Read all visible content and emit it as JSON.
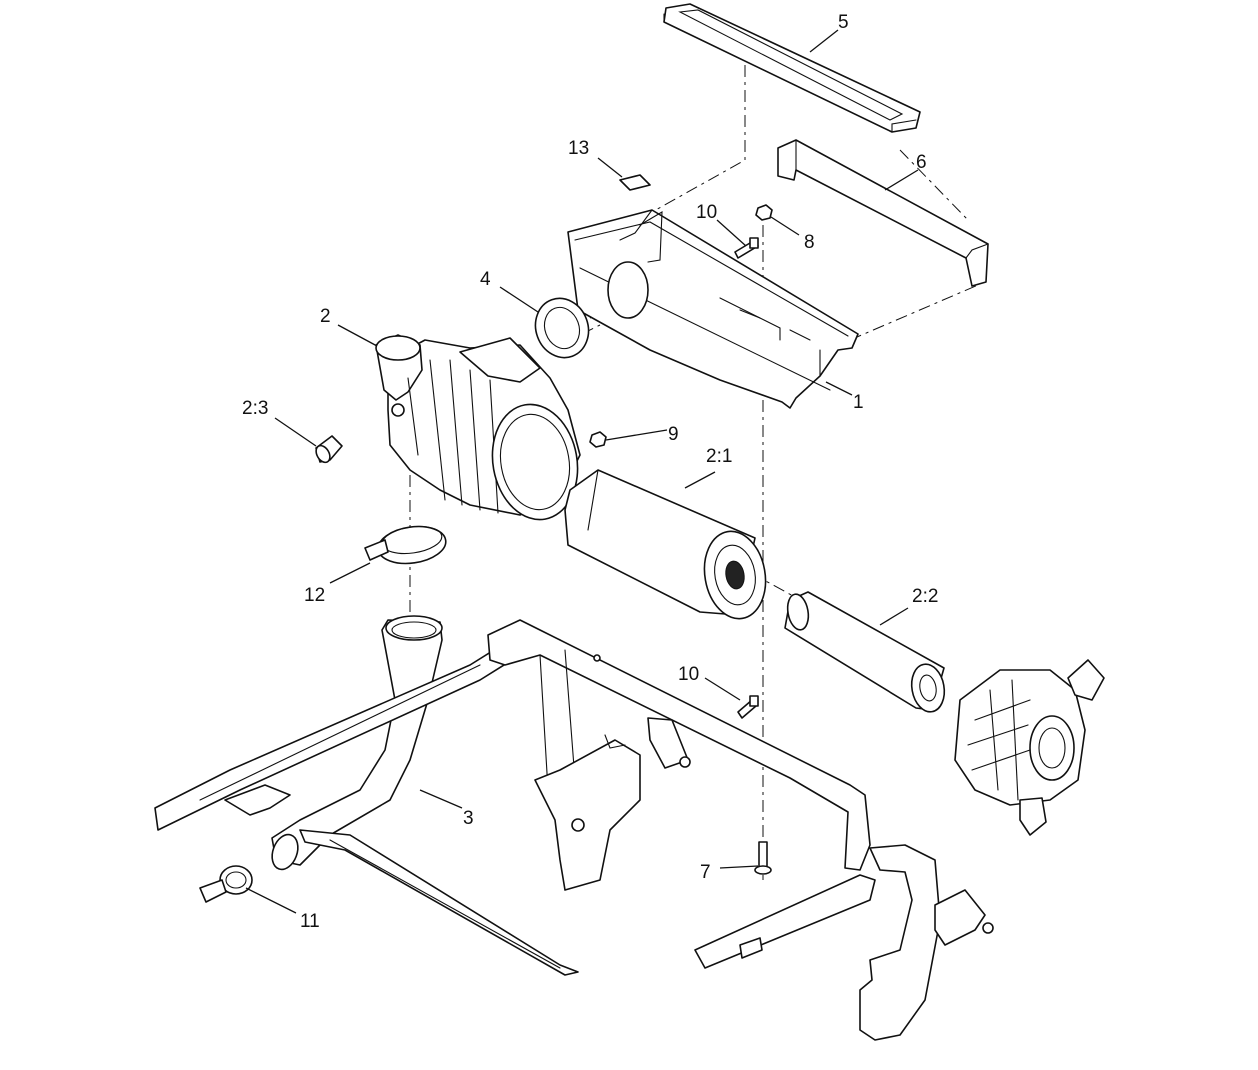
{
  "callouts": {
    "c1": "1",
    "c2": "2",
    "c2_1": "2:1",
    "c2_2": "2:2",
    "c2_3": "2:3",
    "c3": "3",
    "c4": "4",
    "c5": "5",
    "c6": "6",
    "c7": "7",
    "c8": "8",
    "c9": "9",
    "c10a": "10",
    "c10b": "10",
    "c11": "11",
    "c12": "12",
    "c13": "13"
  },
  "colors": {
    "line": "#111111",
    "background": "#ffffff"
  }
}
